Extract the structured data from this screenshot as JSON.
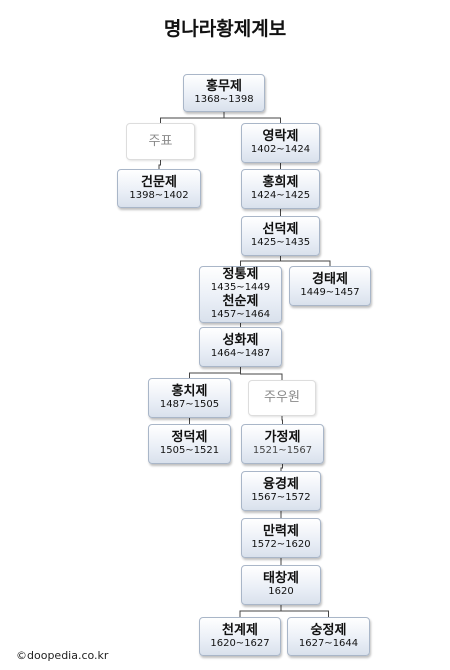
{
  "title": "명나라황제계보",
  "copyright": "©doopedia.co.kr",
  "nodes": {
    "hongmu": {
      "name": "홍무제",
      "years": "1368~1398"
    },
    "jupyo": {
      "name": "주표"
    },
    "yeongnak": {
      "name": "영락제",
      "years": "1402~1424"
    },
    "geonmun": {
      "name": "건문제",
      "years": "1398~1402"
    },
    "honghui": {
      "name": "홍희제",
      "years": "1424~1425"
    },
    "seondeok": {
      "name": "선덕제",
      "years": "1425~1435"
    },
    "jeongtong": {
      "name": "정통제",
      "years": "1435~1449"
    },
    "cheonsun": {
      "name": "천순제",
      "years": "1457~1464"
    },
    "gyeongtae": {
      "name": "경태제",
      "years": "1449~1457"
    },
    "seonghwa": {
      "name": "성화제",
      "years": "1464~1487"
    },
    "hongchi": {
      "name": "홍치제",
      "years": "1487~1505"
    },
    "juuwon": {
      "name": "주우원"
    },
    "jeongdeok": {
      "name": "정덕제",
      "years": "1505~1521"
    },
    "gajeong": {
      "name": "가정제",
      "years": "1521~1567"
    },
    "yunggyeong": {
      "name": "융경제",
      "years": "1567~1572"
    },
    "manryeok": {
      "name": "만력제",
      "years": "1572~1620"
    },
    "taechang": {
      "name": "태창제",
      "years": "1620"
    },
    "cheongye": {
      "name": "천계제",
      "years": "1620~1627"
    },
    "sungjeong": {
      "name": "숭정제",
      "years": "1627~1644"
    }
  },
  "edges": [
    [
      "hongmu",
      "jupyo"
    ],
    [
      "hongmu",
      "yeongnak"
    ],
    [
      "jupyo",
      "geonmun"
    ],
    [
      "yeongnak",
      "honghui"
    ],
    [
      "honghui",
      "seondeok"
    ],
    [
      "seondeok",
      "jeongtong"
    ],
    [
      "seondeok",
      "gyeongtae"
    ],
    [
      "jeongtong",
      "seonghwa"
    ],
    [
      "seonghwa",
      "hongchi"
    ],
    [
      "seonghwa",
      "juuwon"
    ],
    [
      "hongchi",
      "jeongdeok"
    ],
    [
      "juuwon",
      "gajeong"
    ],
    [
      "gajeong",
      "yunggyeong"
    ],
    [
      "yunggyeong",
      "manryeok"
    ],
    [
      "manryeok",
      "taechang"
    ],
    [
      "taechang",
      "cheongye"
    ],
    [
      "taechang",
      "sungjeong"
    ]
  ]
}
